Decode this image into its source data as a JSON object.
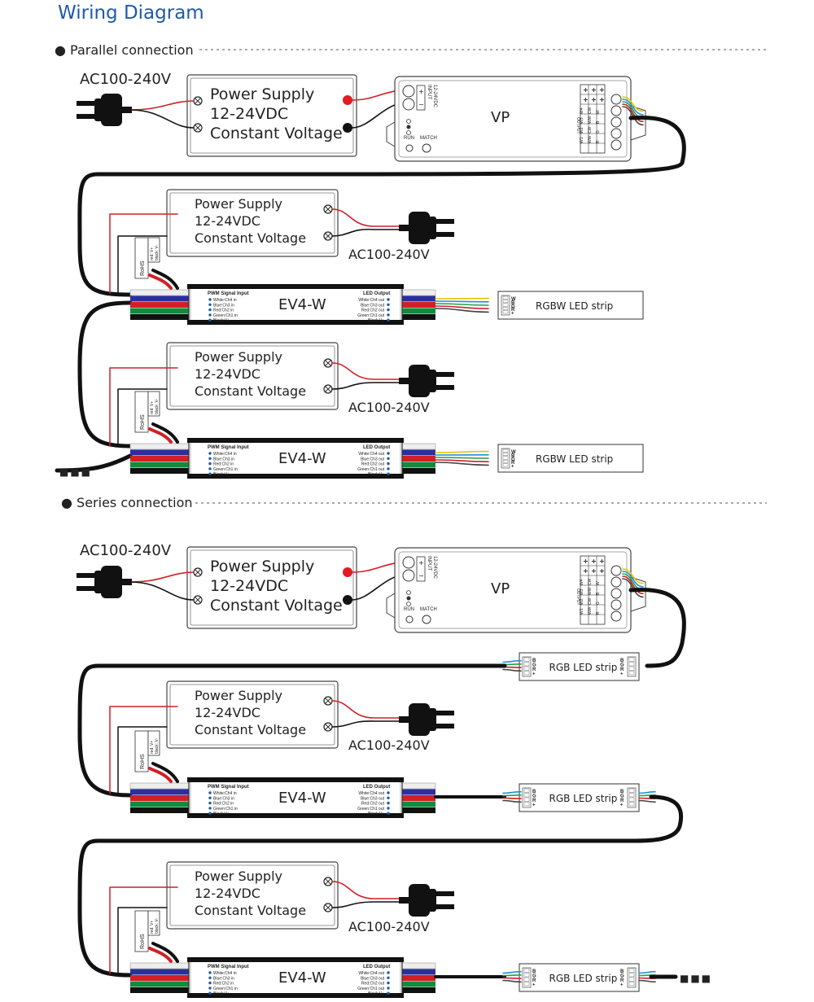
{
  "title": "Wiring Diagram",
  "sections": {
    "parallel": "Parallel connection",
    "series": "Series connection"
  },
  "ac_label": "AC100-240V",
  "power_supply": {
    "line1": "Power Supply",
    "line2": "12-24VDC",
    "line3": "Constant Voltage"
  },
  "vp": {
    "name": "VP",
    "input": "INPUT",
    "input_voltage": "12-24VDC",
    "plus": "+",
    "minus": "−",
    "run": "RUN",
    "match": "MATCH",
    "output": "OUTPUT",
    "out_cols": [
      [
        "W4",
        "W3",
        "W2",
        "W1"
      ],
      [
        "CW",
        "WW",
        "CW",
        "WW"
      ],
      [
        "W",
        "B",
        "G",
        "R"
      ]
    ]
  },
  "ev": {
    "name": "EV4-W",
    "input_title": "PWM Signal Input",
    "inputs": [
      "White:Ch4 in",
      "Blue:Ch3 in",
      "Red:Ch2 in",
      "Green:Ch1 in",
      "Black:V+"
    ],
    "output_title": "LED Output",
    "outputs": [
      "White:Ch4 out",
      "Blue:Ch3 out",
      "Red:Ch2 out",
      "Green:Ch1 out",
      "Black:V+"
    ],
    "rohs": "RoHS",
    "rohs_red": "red: V+",
    "rohs_black": "black: V-"
  },
  "rgbw_strip": {
    "label": "RGBW LED strip",
    "pins": [
      "W",
      "B",
      "G",
      "R",
      "+"
    ]
  },
  "rgb_strip": {
    "label": "RGB LED strip",
    "pins": [
      "B",
      "G",
      "R",
      "+"
    ]
  },
  "ellipsis": "■■■"
}
